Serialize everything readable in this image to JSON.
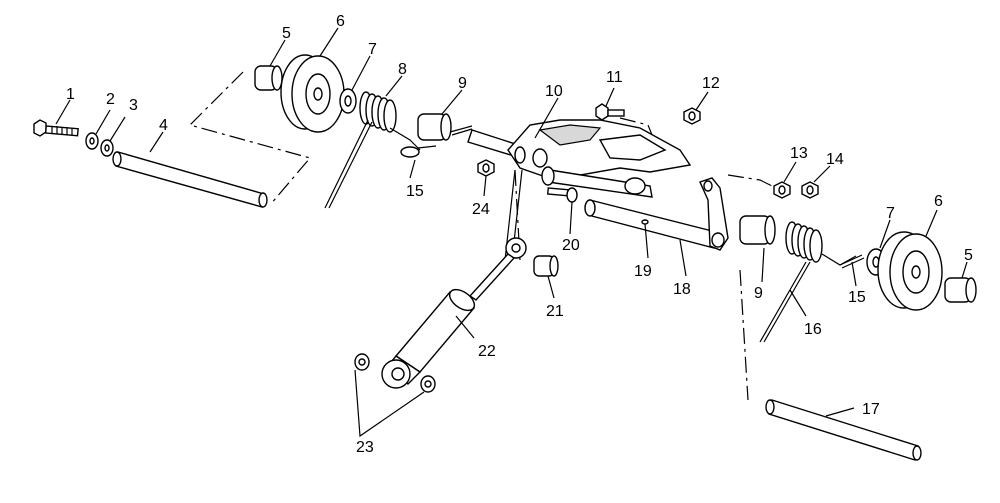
{
  "diagram": {
    "callouts": [
      {
        "id": "c1",
        "text": "1"
      },
      {
        "id": "c2",
        "text": "2"
      },
      {
        "id": "c3",
        "text": "3"
      },
      {
        "id": "c4",
        "text": "4"
      },
      {
        "id": "c5a",
        "text": "5"
      },
      {
        "id": "c6a",
        "text": "6"
      },
      {
        "id": "c7a",
        "text": "7"
      },
      {
        "id": "c8",
        "text": "8"
      },
      {
        "id": "c9a",
        "text": "9"
      },
      {
        "id": "c10",
        "text": "10"
      },
      {
        "id": "c11",
        "text": "11"
      },
      {
        "id": "c12",
        "text": "12"
      },
      {
        "id": "c13",
        "text": "13"
      },
      {
        "id": "c14",
        "text": "14"
      },
      {
        "id": "c6b",
        "text": "6"
      },
      {
        "id": "c7b",
        "text": "7"
      },
      {
        "id": "c5b",
        "text": "5"
      },
      {
        "id": "c15a",
        "text": "15"
      },
      {
        "id": "c24",
        "text": "24"
      },
      {
        "id": "c20",
        "text": "20"
      },
      {
        "id": "c19",
        "text": "19"
      },
      {
        "id": "c18",
        "text": "18"
      },
      {
        "id": "c9b",
        "text": "9"
      },
      {
        "id": "c15b",
        "text": "15"
      },
      {
        "id": "c16",
        "text": "16"
      },
      {
        "id": "c21",
        "text": "21"
      },
      {
        "id": "c22",
        "text": "22"
      },
      {
        "id": "c23",
        "text": "23"
      },
      {
        "id": "c17",
        "text": "17"
      }
    ]
  }
}
